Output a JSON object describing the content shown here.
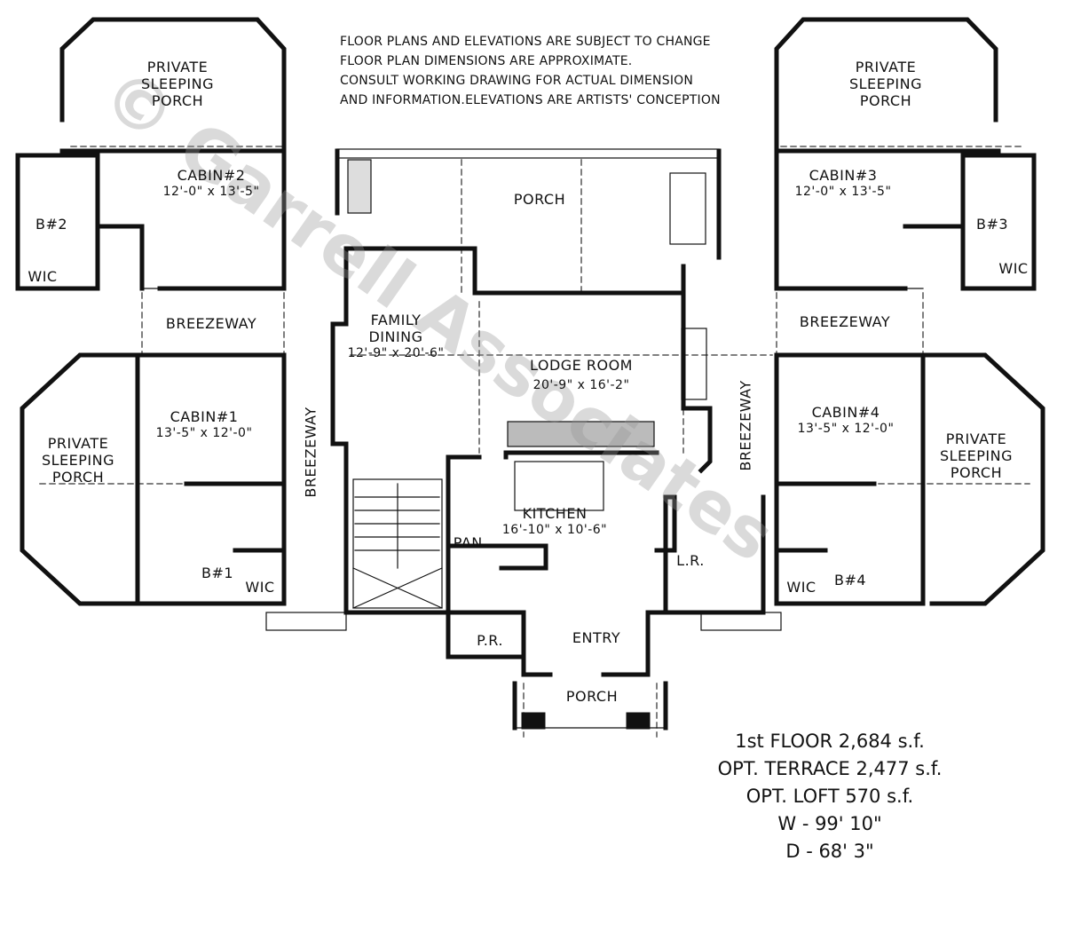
{
  "disclaimer": [
    "FLOOR PLANS AND ELEVATIONS ARE SUBJECT TO CHANGE",
    "FLOOR PLAN DIMENSIONS ARE APPROXIMATE.",
    "CONSULT WORKING DRAWING FOR ACTUAL DIMENSION",
    "AND INFORMATION.ELEVATIONS ARE ARTISTS' CONCEPTION"
  ],
  "watermark": "© Garrell Associates",
  "rooms": {
    "porch_sleep_tl": [
      "PRIVATE",
      "SLEEPING",
      "PORCH"
    ],
    "porch_sleep_tr": [
      "PRIVATE",
      "SLEEPING",
      "PORCH"
    ],
    "porch_sleep_ml": [
      "PRIVATE",
      "SLEEPING",
      "PORCH"
    ],
    "porch_sleep_mr": [
      "PRIVATE",
      "SLEEPING",
      "PORCH"
    ],
    "cabin2": {
      "name": "CABIN#2",
      "dim": "12'-0\" x 13'-5\""
    },
    "cabin3": {
      "name": "CABIN#3",
      "dim": "12'-0\" x 13'-5\""
    },
    "cabin1": {
      "name": "CABIN#1",
      "dim": "13'-5\" x 12'-0\""
    },
    "cabin4": {
      "name": "CABIN#4",
      "dim": "13'-5\" x 12'-0\""
    },
    "b2": "B#2",
    "b3": "B#3",
    "b1": "B#1",
    "b4": "B#4",
    "wic": "WIC",
    "breezeway": "BREEZEWAY",
    "porch": "PORCH",
    "family_dining": {
      "name1": "FAMILY",
      "name2": "DINING",
      "dim": "12'-9\" x 20'-6\""
    },
    "lodge_room": {
      "name": "LODGE ROOM",
      "dim": "20'-9\" x 16'-2\""
    },
    "kitchen": {
      "name": "KITCHEN",
      "dim": "16'-10\" x 10'-6\""
    },
    "pan": "PAN.",
    "lr": "L.R.",
    "pr": "P.R.",
    "entry": "ENTRY",
    "front_porch": "PORCH"
  },
  "stats": [
    "1st FLOOR  2,684 s.f.",
    "OPT. TERRACE  2,477 s.f.",
    "OPT. LOFT  570 s.f.",
    "W - 99' 10\"",
    "D - 68'  3\""
  ]
}
